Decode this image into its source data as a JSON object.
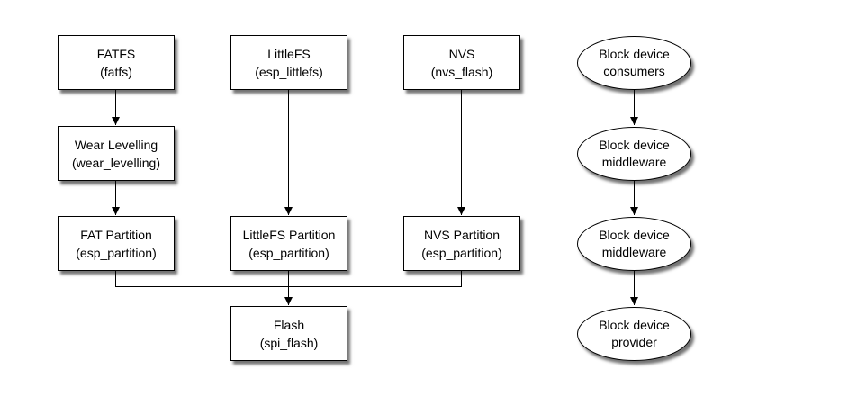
{
  "diagram": {
    "background_color": "#ffffff",
    "node_fill_color": "#ffffff",
    "node_stroke_color": "#000000",
    "text_color": "#000000",
    "boxes": {
      "fatfs": {
        "title": "FATFS",
        "subtitle": "(fatfs)"
      },
      "wear_levelling": {
        "title": "Wear Levelling",
        "subtitle": "(wear_levelling)"
      },
      "fat_partition": {
        "title": "FAT Partition",
        "subtitle": "(esp_partition)"
      },
      "littlefs": {
        "title": "LittleFS",
        "subtitle": "(esp_littlefs)"
      },
      "littlefs_partition": {
        "title": "LittleFS Partition",
        "subtitle": "(esp_partition)"
      },
      "nvs": {
        "title": "NVS",
        "subtitle": "(nvs_flash)"
      },
      "nvs_partition": {
        "title": "NVS Partition",
        "subtitle": "(esp_partition)"
      },
      "flash": {
        "title": "Flash",
        "subtitle": "(spi_flash)"
      }
    },
    "ellipses": {
      "consumers": {
        "line1": "Block device",
        "line2": "consumers"
      },
      "middleware1": {
        "line1": "Block device",
        "line2": "middleware"
      },
      "middleware2": {
        "line1": "Block device",
        "line2": "middleware"
      },
      "provider": {
        "line1": "Block device",
        "line2": "provider"
      }
    },
    "edges": [
      {
        "from": "fatfs",
        "to": "wear_levelling"
      },
      {
        "from": "wear_levelling",
        "to": "fat_partition"
      },
      {
        "from": "littlefs",
        "to": "littlefs_partition"
      },
      {
        "from": "nvs",
        "to": "nvs_partition"
      },
      {
        "from": "fat_partition",
        "to": "flash"
      },
      {
        "from": "littlefs_partition",
        "to": "flash"
      },
      {
        "from": "nvs_partition",
        "to": "flash"
      },
      {
        "from": "consumers",
        "to": "middleware1"
      },
      {
        "from": "middleware1",
        "to": "middleware2"
      },
      {
        "from": "middleware2",
        "to": "provider"
      }
    ]
  }
}
